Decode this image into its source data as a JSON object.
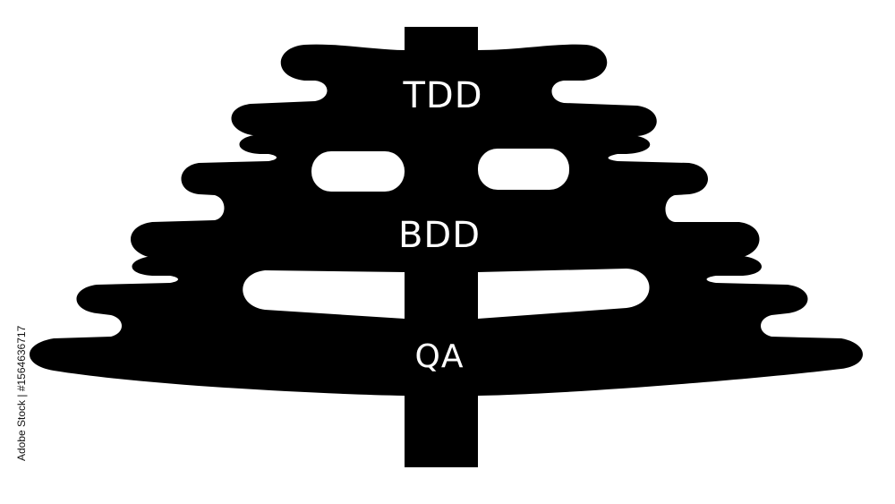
{
  "diagram": {
    "tiers": [
      {
        "label": "TDD"
      },
      {
        "label": "BDD"
      },
      {
        "label": "QA"
      }
    ],
    "colors": {
      "shape": "#000000",
      "label": "#ffffff",
      "background": "#ffffff"
    }
  },
  "stock_id": "Adobe Stock | #1564636717"
}
